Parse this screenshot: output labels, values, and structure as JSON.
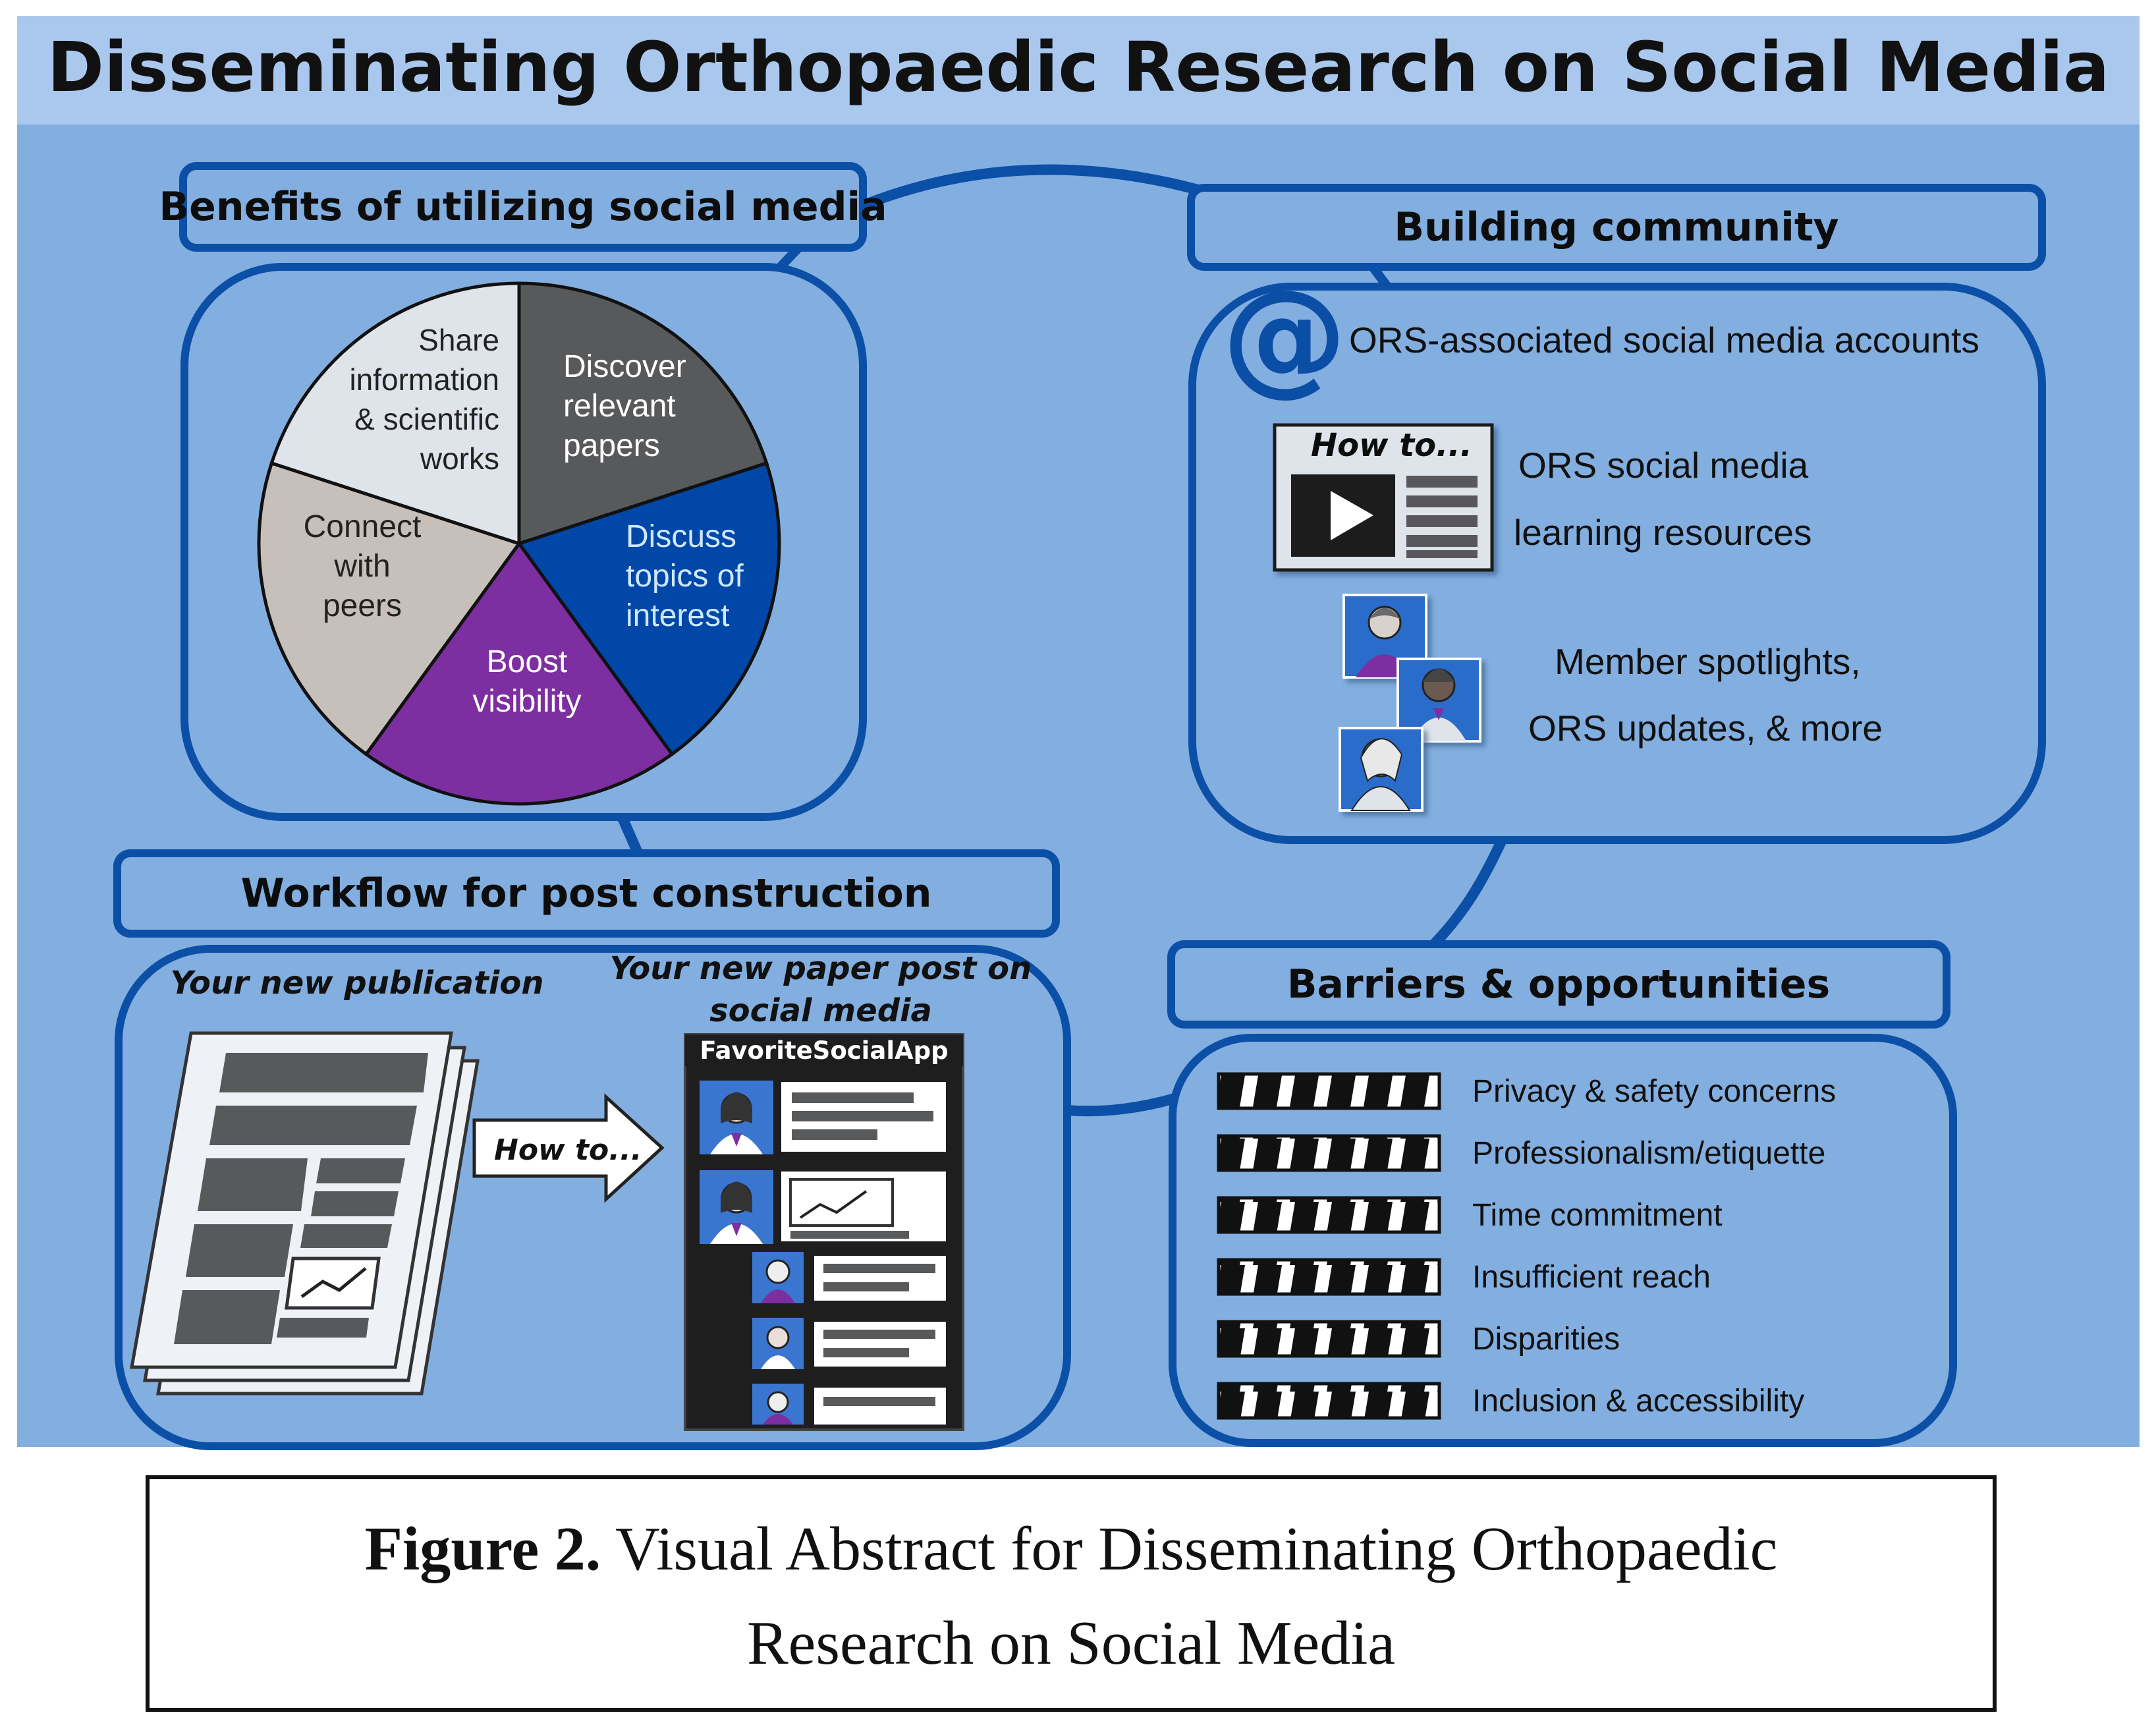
{
  "title": "Disseminating Orthopaedic Research on Social Media",
  "colors": {
    "background": "#83aee0",
    "title_band": "#aac8ee",
    "border": "#0b4fa6",
    "dark_gray": "#58595b",
    "blue": "#0047a8",
    "purple": "#7d2ea0",
    "taupe": "#c7bfba",
    "light_gray": "#dfe3ea"
  },
  "benefits": {
    "heading": "Benefits of utilizing social media",
    "pie": {
      "slices": [
        {
          "label_lines": [
            "Discover",
            "relevant",
            "papers"
          ],
          "share": 0.2,
          "color": "#58595b",
          "text_color": "#ffffff"
        },
        {
          "label_lines": [
            "Discuss",
            "topics of",
            "interest"
          ],
          "share": 0.2,
          "color": "#0047a8",
          "text_color": "#cfe8ff"
        },
        {
          "label_lines": [
            "Boost",
            "visibility"
          ],
          "share": 0.2,
          "color": "#7d2ea0",
          "text_color": "#ffffff"
        },
        {
          "label_lines": [
            "Connect",
            "with",
            "peers"
          ],
          "share": 0.2,
          "color": "#c7bfba",
          "text_color": "#222222"
        },
        {
          "label_lines": [
            "Share",
            "information",
            "& scientific",
            "works"
          ],
          "share": 0.2,
          "color": "#dfe3ea",
          "text_color": "#222222"
        }
      ]
    }
  },
  "community": {
    "heading": "Building community",
    "at_symbol": "@",
    "accounts_text": "ORS-associated social media accounts",
    "howto_card_title": "How to...",
    "resources_line1": "ORS social media",
    "resources_line2": "learning resources",
    "spotlights_line1": "Member spotlights,",
    "spotlights_line2": "ORS updates, & more"
  },
  "workflow": {
    "heading": "Workflow for post construction",
    "publication_label": "Your new publication",
    "post_label_line1": "Your new paper post on",
    "post_label_line2": "social media",
    "arrow_text": "How to...",
    "app_name": "FavoriteSocialApp"
  },
  "barriers": {
    "heading": "Barriers & opportunities",
    "items": [
      "Privacy & safety concerns",
      "Professionalism/etiquette",
      "Time commitment",
      "Insufficient reach",
      "Disparities",
      "Inclusion & accessibility"
    ]
  },
  "caption": {
    "label": "Figure 2.",
    "line1_rest": " Visual Abstract for Disseminating Orthopaedic",
    "line2": "Research on Social Media"
  }
}
